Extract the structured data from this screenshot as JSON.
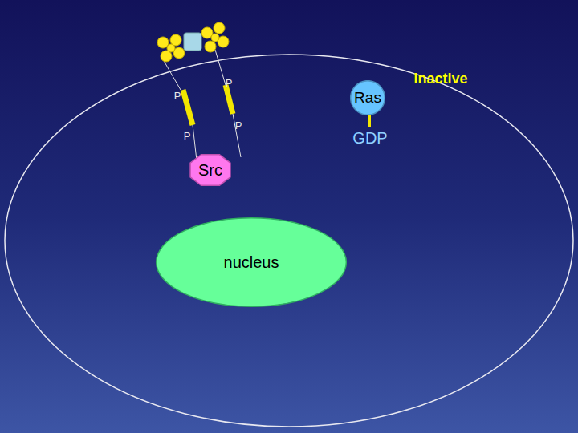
{
  "diagram": {
    "nodes": [
      {
        "text": [
          "Ras"
        ]
      },
      {
        "text": [
          "Src"
        ]
      },
      {
        "text": [
          "nucleus"
        ]
      }
    ],
    "labels": [
      "P",
      "P",
      "P",
      "P",
      "Inactive",
      "GDP"
    ]
  }
}
